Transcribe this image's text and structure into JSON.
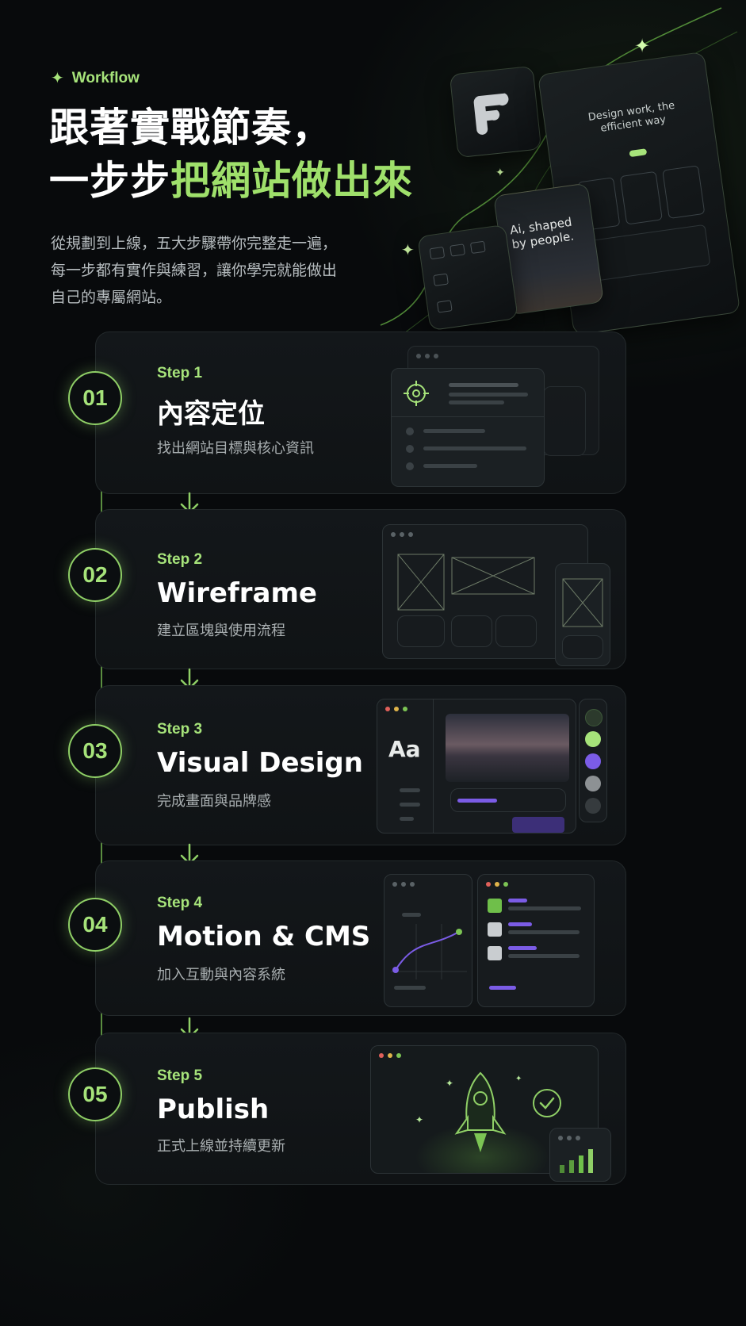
{
  "header": {
    "kicker": "Workflow",
    "headline_line1": "跟著實戰節奏，",
    "headline_line2_plain": "一步步",
    "headline_line2_highlight": "把網站做出來",
    "lede_line1": "從規劃到上線，五大步驟帶你完整走一遍，",
    "lede_line2": "每一步都有實作與練習，讓你學完就能做出",
    "lede_line3": "自己的專屬網站。"
  },
  "hero": {
    "mock_headline": "Design work, the efficient way",
    "mock_tagline": "Ai, shaped by people."
  },
  "steps": [
    {
      "num": "01",
      "label": "Step 1",
      "title": "內容定位",
      "desc": "找出網站目標與核心資訊"
    },
    {
      "num": "02",
      "label": "Step 2",
      "title": "Wireframe",
      "desc": "建立區塊與使用流程"
    },
    {
      "num": "03",
      "label": "Step 3",
      "title": "Visual Design",
      "desc": "完成畫面與品牌感"
    },
    {
      "num": "04",
      "label": "Step 4",
      "title": "Motion & CMS",
      "desc": "加入互動與內容系統"
    },
    {
      "num": "05",
      "label": "Step 5",
      "title": "Publish",
      "desc": "正式上線並持續更新"
    }
  ],
  "step3_art": {
    "type_sample": "Aa"
  },
  "colors": {
    "accent": "#a6e37a",
    "background": "#080a0c",
    "card": "#13171a",
    "purple": "#7b5ce6"
  },
  "icons": [
    "sparkle-icon",
    "target-icon",
    "rocket-icon",
    "check-circle-icon",
    "down-arrow-icon"
  ]
}
